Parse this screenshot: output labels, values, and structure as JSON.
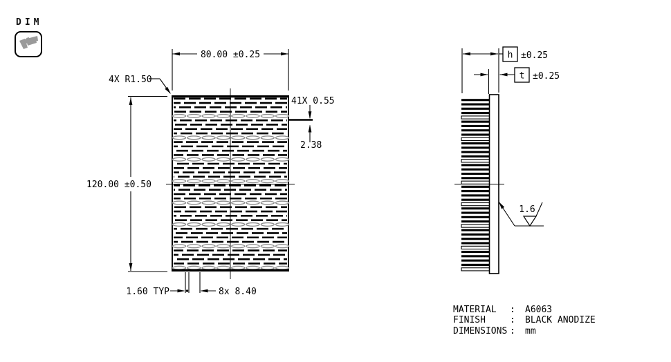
{
  "header": {
    "label": "DIM",
    "icon": "caliper-icon"
  },
  "front_view": {
    "width_dim": "80.00 ±0.25",
    "height_dim": "120.00 ±0.50",
    "corner_callout": "4X R1.50",
    "fin_callout": "41X 0.55",
    "fin_pitch": "2.38",
    "slot_width": "1.60 TYP",
    "slot_pitch": "8x 8.40"
  },
  "side_view": {
    "fin_height_label": "h",
    "fin_height_tol": "±0.25",
    "thickness_label": "t",
    "thickness_tol": "±0.25",
    "surface_roughness": "1.6"
  },
  "title_block": {
    "rows": [
      {
        "label": "MATERIAL",
        "sep": ":",
        "value": "A6063"
      },
      {
        "label": "FINISH",
        "sep": ":",
        "value": "BLACK ANODIZE"
      },
      {
        "label": "DIMENSIONS",
        "sep": ":",
        "value": "mm"
      }
    ]
  },
  "colors": {
    "line": "#000000",
    "icon_gray": "#9a9a9a",
    "fin_accent": "#8c8c8c"
  }
}
